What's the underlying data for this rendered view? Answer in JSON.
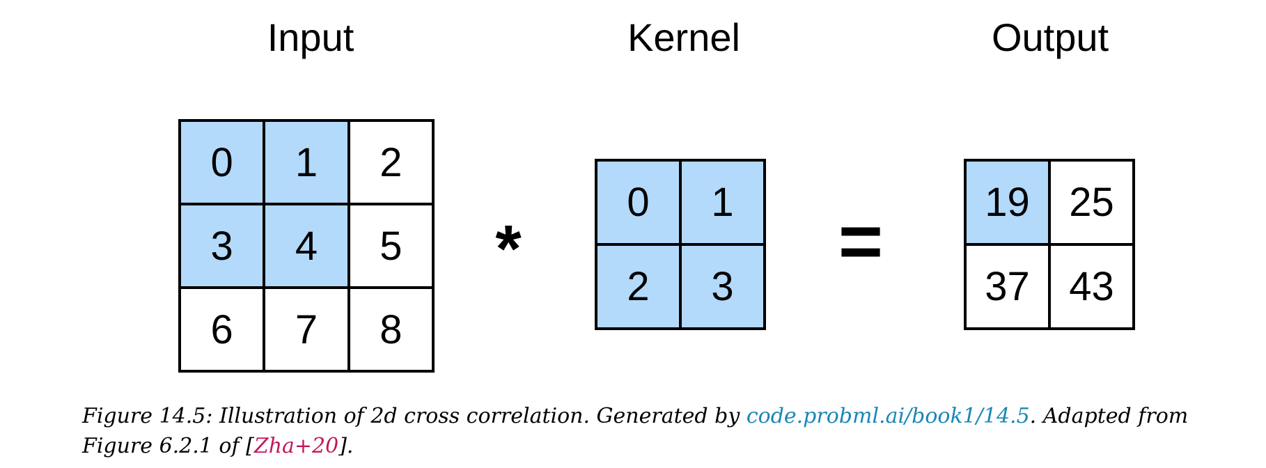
{
  "labels": {
    "input": "Input",
    "kernel": "Kernel",
    "output": "Output"
  },
  "operators": {
    "multiply": "*",
    "equals": "="
  },
  "input_matrix": {
    "cells": [
      {
        "value": "0",
        "highlighted": true
      },
      {
        "value": "1",
        "highlighted": true
      },
      {
        "value": "2",
        "highlighted": false
      },
      {
        "value": "3",
        "highlighted": true
      },
      {
        "value": "4",
        "highlighted": true
      },
      {
        "value": "5",
        "highlighted": false
      },
      {
        "value": "6",
        "highlighted": false
      },
      {
        "value": "7",
        "highlighted": false
      },
      {
        "value": "8",
        "highlighted": false
      }
    ]
  },
  "kernel_matrix": {
    "cells": [
      {
        "value": "0",
        "highlighted": true
      },
      {
        "value": "1",
        "highlighted": true
      },
      {
        "value": "2",
        "highlighted": true
      },
      {
        "value": "3",
        "highlighted": true
      }
    ]
  },
  "output_matrix": {
    "cells": [
      {
        "value": "19",
        "highlighted": true
      },
      {
        "value": "25",
        "highlighted": false
      },
      {
        "value": "37",
        "highlighted": false
      },
      {
        "value": "43",
        "highlighted": false
      }
    ]
  },
  "caption": {
    "prefix": "Figure 14.5: Illustration of 2d cross correlation.  Generated by ",
    "url_text": "code.probml.ai/book1/14.5",
    "middle": ".  Adapted from Figure 6.2.1 of [",
    "cite_text": "Zha+20",
    "suffix": "]."
  },
  "colors": {
    "highlight": "#b3d9fb",
    "url_link": "#1a87b5",
    "cite_link": "#c2185b"
  }
}
